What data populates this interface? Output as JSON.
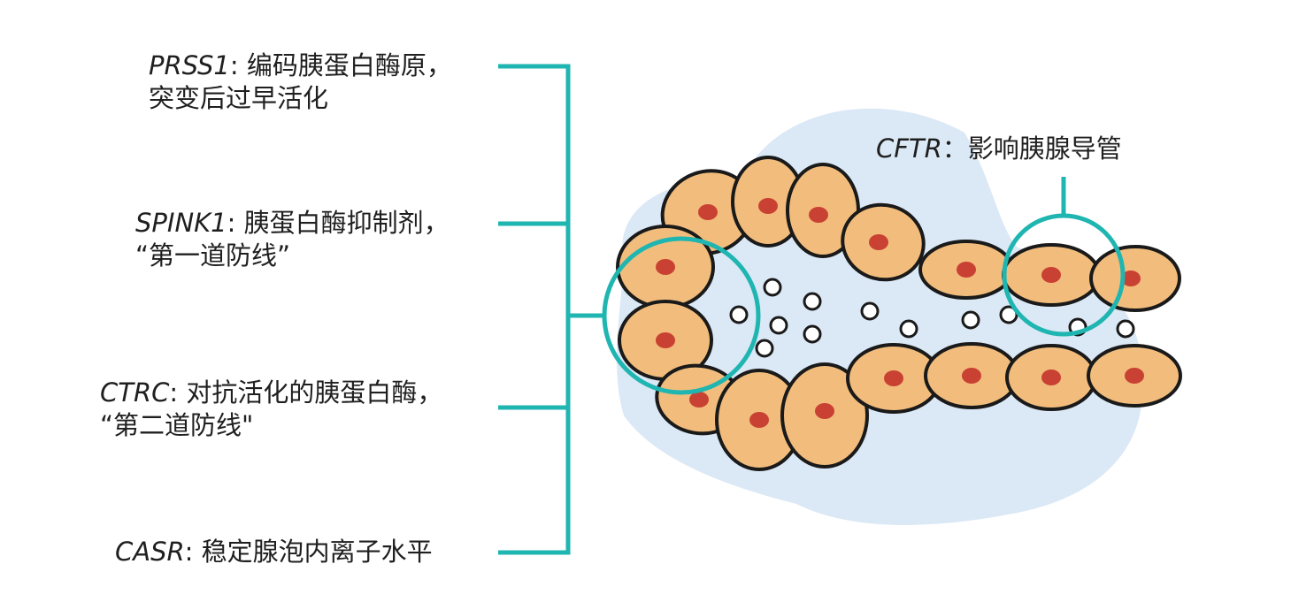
{
  "colors": {
    "teal": "#1fb5b1",
    "background_blob": "#dbe8f5",
    "cell_fill": "#f2bd7c",
    "cell_outline": "#1a1a1a",
    "nucleus": "#c4332b"
  },
  "labels": {
    "prss1": {
      "gene": "PRSS1",
      "line1_suffix": ": 编码胰蛋白酶原，",
      "line2": "突变后过早活化"
    },
    "spink1": {
      "gene": "SPINK1",
      "line1_suffix": ": 胰蛋白酶抑制剂，",
      "line2": "“第一道防线”"
    },
    "ctrc": {
      "gene": "CTRC",
      "line1_suffix": ": 对抗活化的胰蛋白酶，",
      "line2": "“第二道防线\""
    },
    "casr": {
      "gene": "CASR",
      "line1_suffix": ": 稳定腺泡内离子水平"
    },
    "cftr": {
      "gene": "CFTR",
      "line1_suffix": "：影响胰腺导管"
    }
  }
}
